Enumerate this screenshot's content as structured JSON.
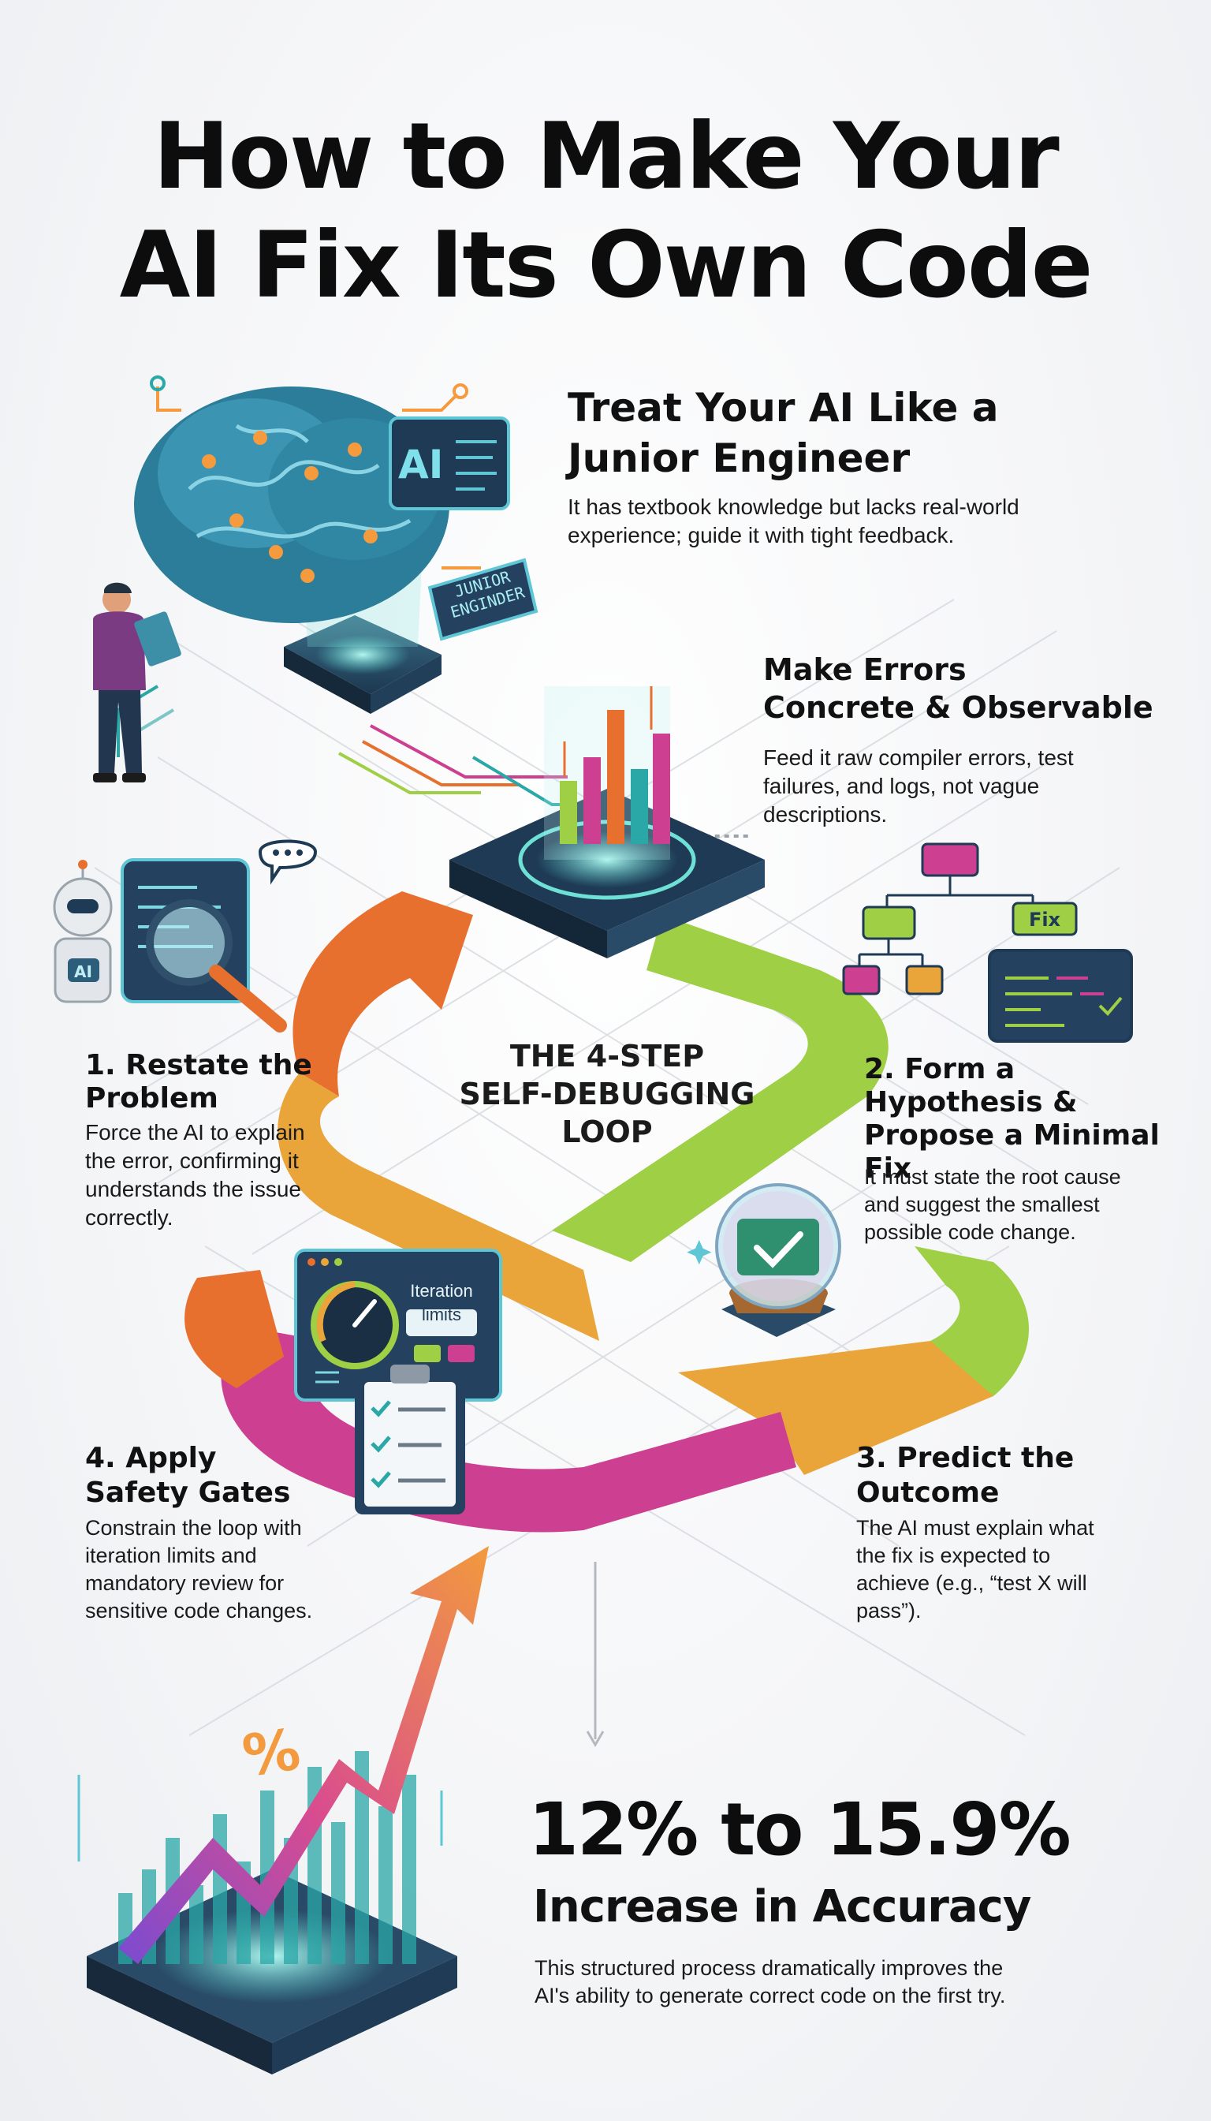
{
  "title": {
    "line1": "How to Make Your",
    "line2": "AI Fix Its Own Code"
  },
  "junior": {
    "heading_line1": "Treat Your AI Like a",
    "heading_line2": "Junior Engineer",
    "body_line1": "It has textbook knowledge but lacks real-world",
    "body_line2": "experience; guide it with tight feedback.",
    "ai_badge": "AI",
    "tag_line1": "JUNIOR",
    "tag_line2": "ENGINDER"
  },
  "errors": {
    "heading_line1": "Make Errors",
    "heading_line2": "Concrete & Observable",
    "body_line1": "Feed it raw compiler errors, test",
    "body_line2": "failures, and logs, not vague",
    "body_line3": "descriptions."
  },
  "loop": {
    "line1": "THE 4-STEP",
    "line2": "SELF-DEBUGGING",
    "line3": "LOOP"
  },
  "step1": {
    "heading_line1": "1. Restate the",
    "heading_line2": "Problem",
    "body_line1": "Force the AI to explain",
    "body_line2": "the error, confirming it",
    "body_line3": "understands the issue",
    "body_line4": "correctly.",
    "robot_badge": "AI"
  },
  "step2": {
    "heading_line1": "2. Form a",
    "heading_line2": "Hypothesis &",
    "heading_line3": "Propose a Minimal Fix",
    "body_line1": "It must state the root cause",
    "body_line2": "and suggest the smallest",
    "body_line3": "possible code change.",
    "fix_label": "Fix"
  },
  "step3": {
    "heading_line1": "3. Predict the",
    "heading_line2": "Outcome",
    "body_line1": "The AI must explain what",
    "body_line2": "the fix is expected to",
    "body_line3": "achieve (e.g., “test X will",
    "body_line4": "pass”)."
  },
  "step4": {
    "heading_line1": "4. Apply",
    "heading_line2": "Safety Gates",
    "body_line1": "Constrain the loop with",
    "body_line2": "iteration limits and",
    "body_line3": "mandatory review for",
    "body_line4": "sensitive code changes.",
    "panel_line1": "Iteration",
    "panel_line2": "limits"
  },
  "stat": {
    "value": "12% to 15.9%",
    "subtitle": "Increase in Accuracy",
    "body_line1": "This structured process dramatically improves the",
    "body_line2": "AI's ability to generate correct code on the first try.",
    "percent_glyph": "%"
  },
  "colors": {
    "orange": "#e8702f",
    "amber": "#e9a53a",
    "lime": "#9fcf45",
    "magenta": "#cc3f91",
    "teal": "#2aa7a7",
    "navy": "#1f3a55"
  }
}
